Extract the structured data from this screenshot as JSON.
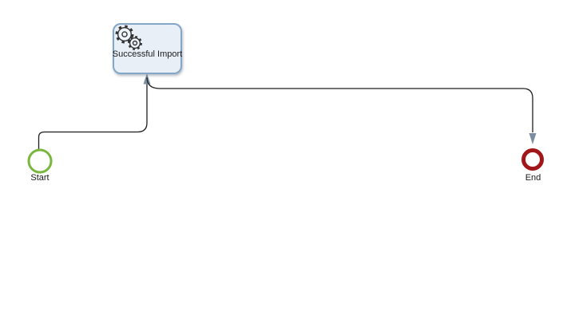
{
  "diagram": {
    "nodes": {
      "start": {
        "type": "start-event",
        "label": "Start"
      },
      "task": {
        "type": "service-task",
        "label": "Successful Import",
        "icon": "gears-icon"
      },
      "end": {
        "type": "end-event",
        "label": "End"
      }
    },
    "edges": [
      {
        "id": "edge-1",
        "from": "Start",
        "to": "Successful Import",
        "arrow": "up-into-task-bottom"
      },
      {
        "id": "edge-2",
        "from": "Successful Import",
        "to": "End",
        "arrow": "down-into-end-top"
      }
    ],
    "colors": {
      "canvas_bg": "#ffffff",
      "start_event_stroke": "#79b63e",
      "end_event_stroke": "#a11618",
      "event_fill": "#ffffff",
      "task_fill": "#e8eff7",
      "task_border": "#84a7c7",
      "gear_stroke": "#333333",
      "gear_fill": "#eef4fb",
      "connector": "#1e1e1e",
      "arrowhead": "#7b8ea0",
      "label": "#1a1a1a"
    }
  }
}
